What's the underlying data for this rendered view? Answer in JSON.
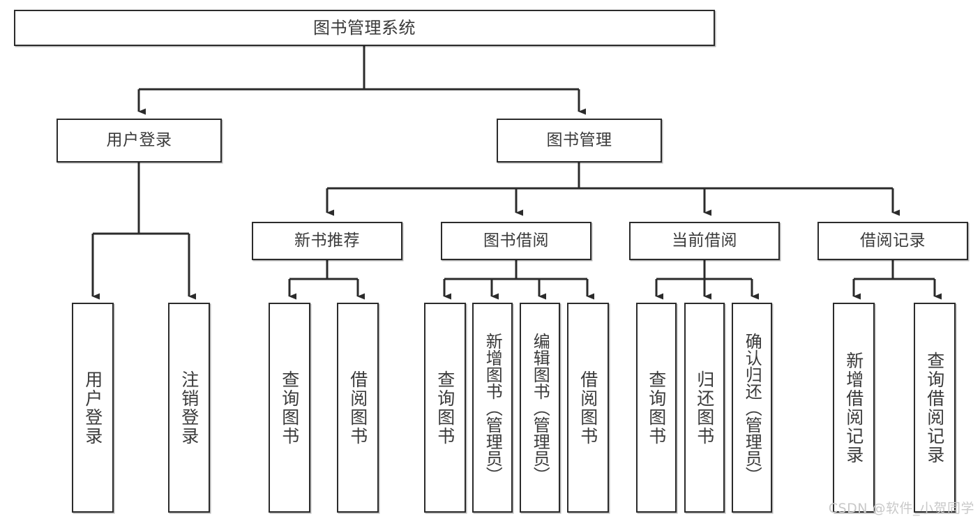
{
  "diagram": {
    "title": "图书管理系统",
    "type": "functional-structure-tree",
    "watermark": "CSDN @软件_小贺同学",
    "colors": {
      "stroke": "#2b2b2b",
      "text": "#3a3a3a",
      "background": "#ffffff",
      "watermark": "#c9c9c9"
    },
    "levels": {
      "root": "图书管理系统",
      "level2": [
        "用户登录",
        "图书管理"
      ],
      "level3": [
        "新书推荐",
        "图书借阅",
        "当前借阅",
        "借阅记录"
      ]
    },
    "nodes": {
      "root": {
        "label": "图书管理系统"
      },
      "user_login": {
        "label": "用户登录"
      },
      "book_manage": {
        "label": "图书管理"
      },
      "new_book_recommend": {
        "label": "新书推荐"
      },
      "book_borrow": {
        "label": "图书借阅"
      },
      "current_borrow": {
        "label": "当前借阅"
      },
      "borrow_record": {
        "label": "借阅记录"
      },
      "leaf_user_login": {
        "label": "用户登录"
      },
      "leaf_logout_login": {
        "label": "注销登录"
      },
      "leaf_query_book_1": {
        "label": "查询图书"
      },
      "leaf_borrow_book_1": {
        "label": "借阅图书"
      },
      "leaf_query_book_2": {
        "label": "查询图书"
      },
      "leaf_add_book_admin": {
        "label": "新增图书（管理员）"
      },
      "leaf_edit_book_admin": {
        "label": "编辑图书（管理员）"
      },
      "leaf_borrow_book_2": {
        "label": "借阅图书"
      },
      "leaf_query_book_3": {
        "label": "查询图书"
      },
      "leaf_return_book": {
        "label": "归还图书"
      },
      "leaf_confirm_return_admin": {
        "label": "确认归还（管理员）"
      },
      "leaf_add_borrow_record": {
        "label": "新增借阅记录"
      },
      "leaf_query_borrow_record": {
        "label": "查询借阅记录"
      }
    },
    "edges": [
      {
        "from": "root",
        "to": "user_login"
      },
      {
        "from": "root",
        "to": "book_manage"
      },
      {
        "from": "user_login",
        "to": "leaf_user_login"
      },
      {
        "from": "user_login",
        "to": "leaf_logout_login"
      },
      {
        "from": "book_manage",
        "to": "new_book_recommend"
      },
      {
        "from": "book_manage",
        "to": "book_borrow"
      },
      {
        "from": "book_manage",
        "to": "current_borrow"
      },
      {
        "from": "book_manage",
        "to": "borrow_record"
      },
      {
        "from": "new_book_recommend",
        "to": "leaf_query_book_1"
      },
      {
        "from": "new_book_recommend",
        "to": "leaf_borrow_book_1"
      },
      {
        "from": "book_borrow",
        "to": "leaf_query_book_2"
      },
      {
        "from": "book_borrow",
        "to": "leaf_add_book_admin"
      },
      {
        "from": "book_borrow",
        "to": "leaf_edit_book_admin"
      },
      {
        "from": "book_borrow",
        "to": "leaf_borrow_book_2"
      },
      {
        "from": "current_borrow",
        "to": "leaf_query_book_3"
      },
      {
        "from": "current_borrow",
        "to": "leaf_return_book"
      },
      {
        "from": "current_borrow",
        "to": "leaf_confirm_return_admin"
      },
      {
        "from": "borrow_record",
        "to": "leaf_add_borrow_record"
      },
      {
        "from": "borrow_record",
        "to": "leaf_query_borrow_record"
      }
    ]
  }
}
